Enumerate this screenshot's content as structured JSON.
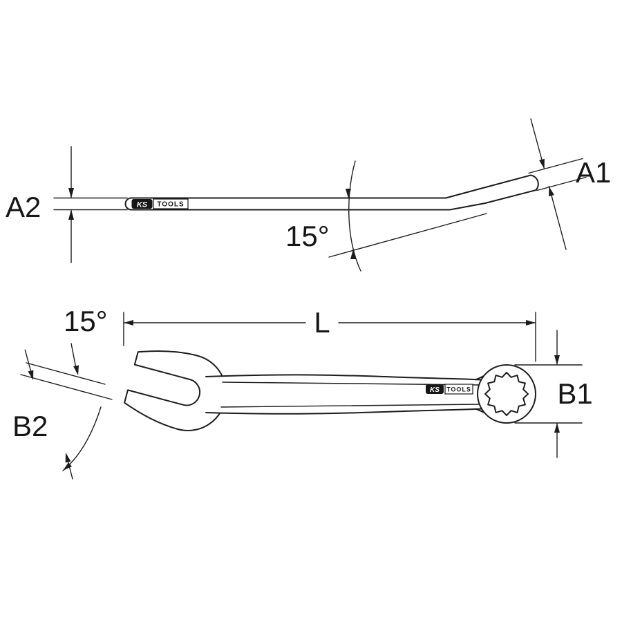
{
  "drawing": {
    "background": "#ffffff",
    "line_color": "#1c1c1c",
    "labels": {
      "a1": "A1",
      "a2": "A2",
      "b1": "B1",
      "b2": "B2",
      "length": "L",
      "angle_side": "15°",
      "angle_plan": "15°"
    },
    "logo": {
      "ks": "KS",
      "tools": "TOOLS"
    }
  }
}
